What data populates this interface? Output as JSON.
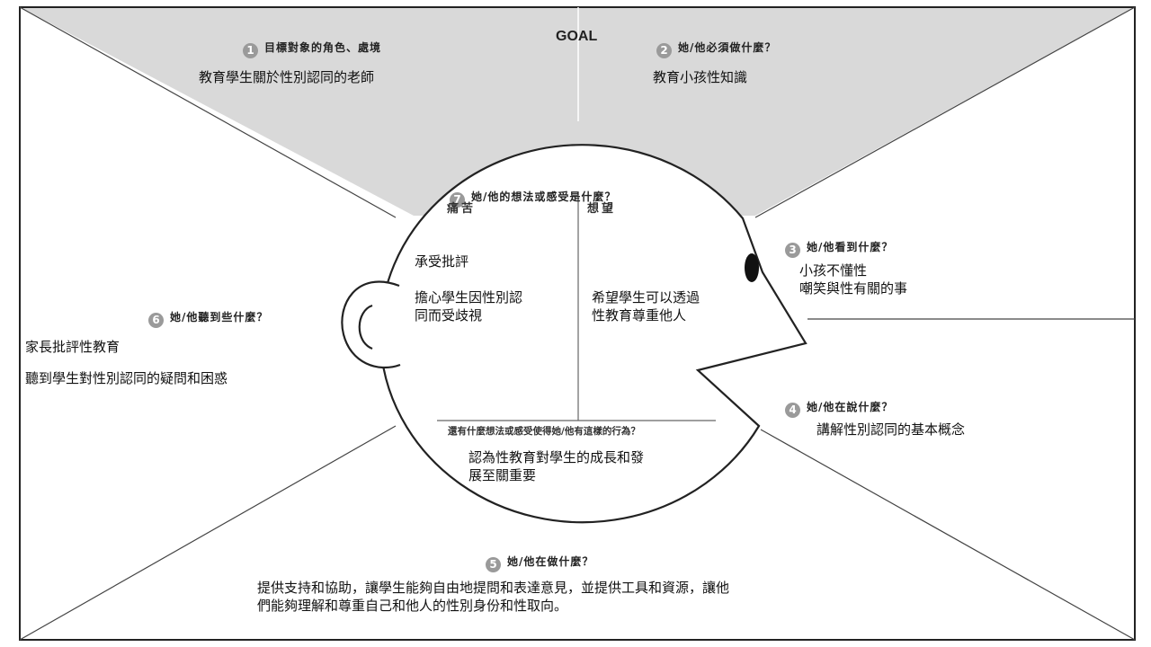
{
  "goal": {
    "label": "GOAL"
  },
  "sections": {
    "s1": {
      "number": "1",
      "title": "目標對象的角色、處境",
      "body": "教育學生關於性別認同的老師"
    },
    "s2": {
      "number": "2",
      "title": "她/他必須做什麼？",
      "body": "教育小孩性知識"
    },
    "s3": {
      "number": "3",
      "title": "她/他看到什麼？",
      "body": "小孩不懂性\n嘲笑與性有關的事"
    },
    "s4": {
      "number": "4",
      "title": "她/他在說什麼？",
      "body": "講解性別認同的基本概念"
    },
    "s5": {
      "number": "5",
      "title": "她/他在做什麼？",
      "body": "提供支持和協助，讓學生能夠自由地提問和表達意見，並提供工具和資源，讓他\n們能夠理解和尊重自己和他人的性別身份和性取向。"
    },
    "s6": {
      "number": "6",
      "title": "她/他聽到些什麼？",
      "body1": "家長批評性教育",
      "body2": "聽到學生對性別認同的疑問和困惑"
    },
    "s7": {
      "number": "7",
      "title": "她/他的想法或感受是什麼？",
      "pain_label": "痛苦",
      "pain_1": "承受批評",
      "pain_2": "擔心學生因性別認\n同而受歧視",
      "want_label": "想望",
      "want_1": "希望學生可以透過\n性教育尊重他人",
      "other_question": "還有什麼想法或感受使得她/他有這樣的行為？",
      "other_answer": "認為性教育對學生的成長和發\n展至關重要"
    }
  },
  "colors": {
    "goal_fill": "#d9d9d9",
    "line": "#444444",
    "frame": "#222222",
    "badge": "#9a9a9a"
  }
}
